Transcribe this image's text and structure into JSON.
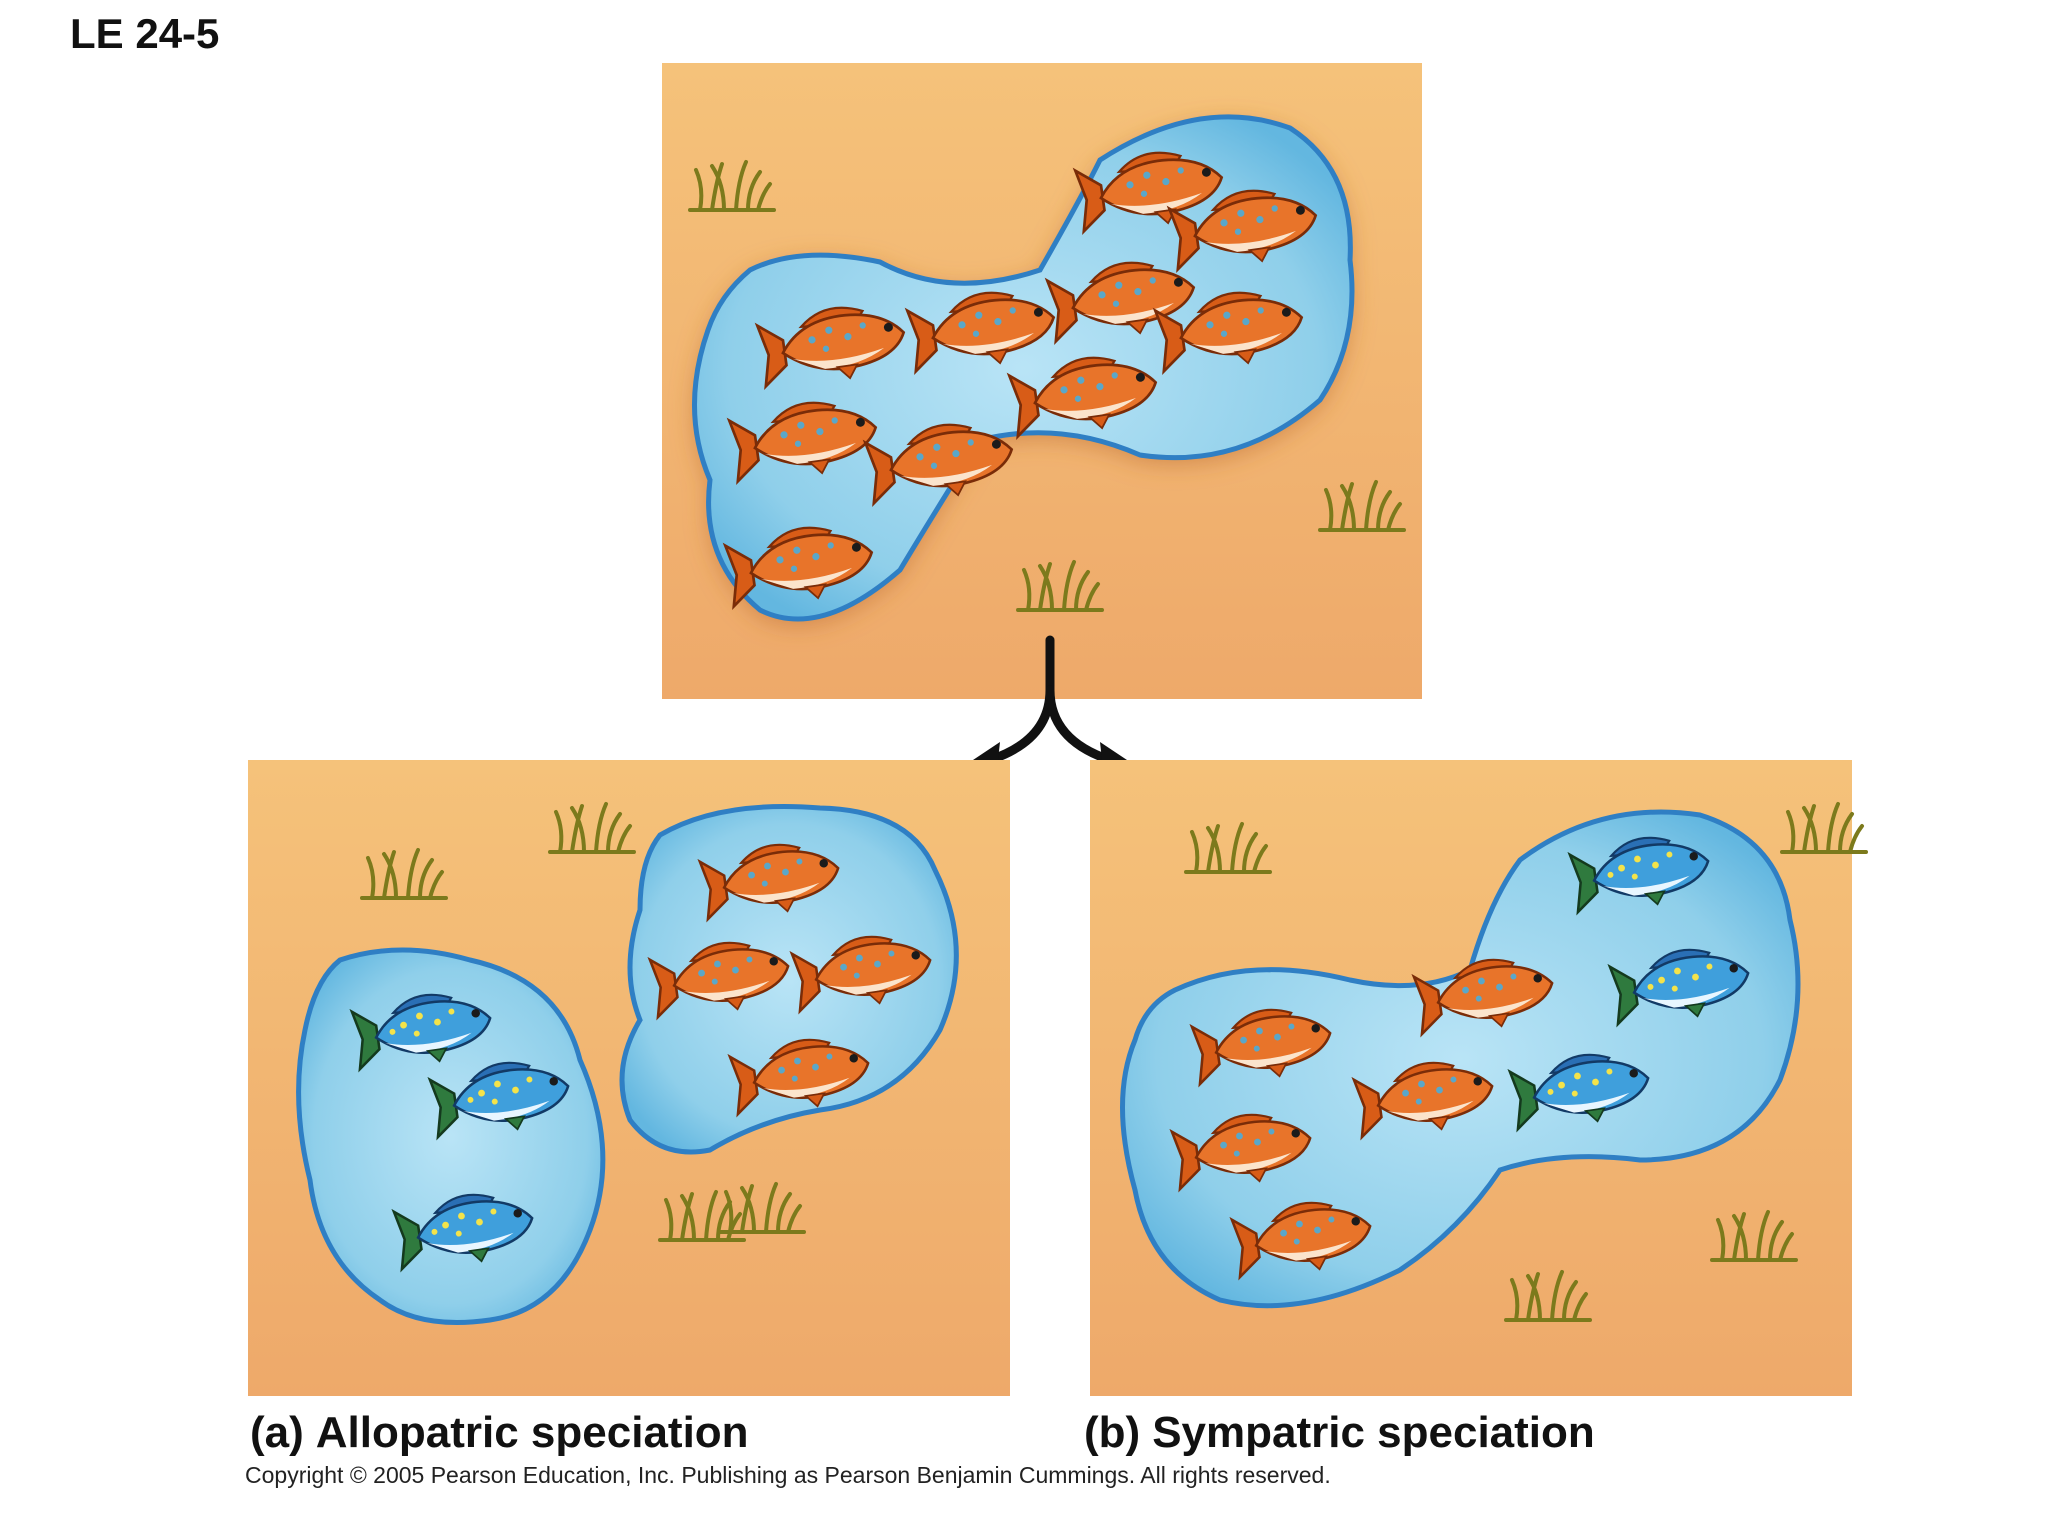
{
  "figure_label": "LE 24-5",
  "panels": {
    "a": {
      "tag": "(a)",
      "title": "Allopatric speciation"
    },
    "b": {
      "tag": "(b)",
      "title": "Sympatric speciation"
    }
  },
  "copyright": "Copyright © 2005 Pearson Education, Inc. Publishing as Pearson Benjamin Cummings. All rights reserved.",
  "colors": {
    "land": "#f2b46a",
    "land_edge": "#c87a3a",
    "water": "#9fd6ee",
    "water_edge": "#2f7fc4",
    "orange_fish": "#e46a1e",
    "blue_fish": "#3f9fdc",
    "grass": "#8a8a22",
    "arrow": "#111111"
  }
}
